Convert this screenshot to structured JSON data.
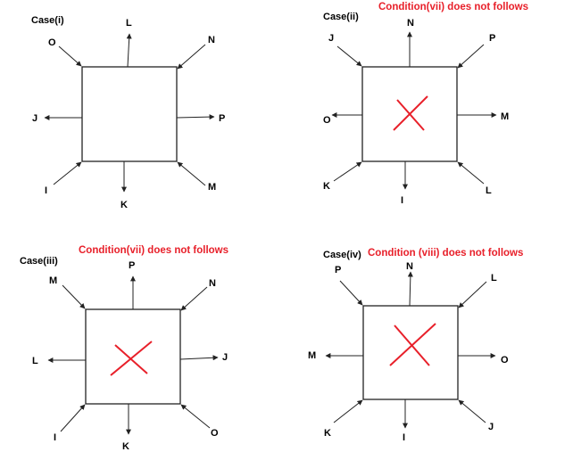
{
  "colors": {
    "condition_text": "#e8202a",
    "cross": "#e8202a",
    "lines": "#222222"
  },
  "cases": [
    {
      "title": "Case(i)",
      "condition": "",
      "crossed": false,
      "labels": {
        "top": "L",
        "top_left": "O",
        "top_right": "N",
        "left": "J",
        "right": "P",
        "bottom_left": "I",
        "bottom": "K",
        "bottom_right": "M"
      }
    },
    {
      "title": "Case(ii)",
      "condition": "Condition(vii) does not follows",
      "crossed": true,
      "labels": {
        "top": "N",
        "top_left": "J",
        "top_right": "P",
        "left": "O",
        "right": "M",
        "bottom_left": "K",
        "bottom": "I",
        "bottom_right": "L"
      }
    },
    {
      "title": "Case(iii)",
      "condition": "Condition(vii) does not follows",
      "crossed": true,
      "labels": {
        "top": "P",
        "top_left": "M",
        "top_right": "N",
        "left": "L",
        "right": "J",
        "bottom_left": "I",
        "bottom": "K",
        "bottom_right": "O"
      }
    },
    {
      "title": "Case(iv)",
      "condition": "Condition (viii) does not follows",
      "crossed": true,
      "labels": {
        "top": "N",
        "top_left": "P",
        "top_right": "L",
        "left": "M",
        "right": "O",
        "bottom_left": "K",
        "bottom": "I",
        "bottom_right": "J"
      }
    }
  ]
}
